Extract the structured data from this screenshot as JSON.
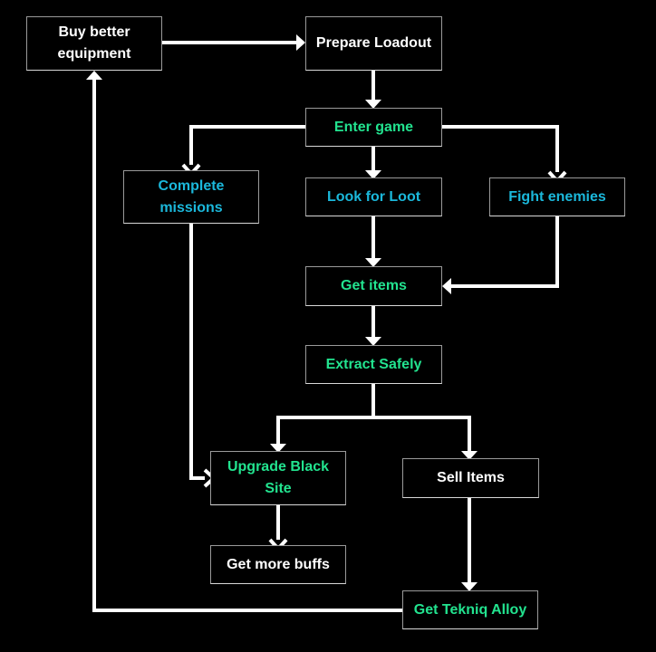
{
  "diagram": {
    "type": "flowchart",
    "background": "#000000",
    "colors": {
      "white": "#ffffff",
      "green": "#22e38f",
      "blue": "#1bb8db",
      "edge": "#ffffff"
    },
    "nodes": [
      {
        "id": "buy",
        "label": "Buy better equipment",
        "color": "white"
      },
      {
        "id": "prepare",
        "label": "Prepare Loadout",
        "color": "white"
      },
      {
        "id": "enter",
        "label": "Enter game",
        "color": "green"
      },
      {
        "id": "missions",
        "label": "Complete missions",
        "color": "blue"
      },
      {
        "id": "loot",
        "label": "Look for Loot",
        "color": "blue"
      },
      {
        "id": "fight",
        "label": "Fight enemies",
        "color": "blue"
      },
      {
        "id": "items",
        "label": "Get items",
        "color": "green"
      },
      {
        "id": "extract",
        "label": "Extract Safely",
        "color": "green"
      },
      {
        "id": "upgrade",
        "label": "Upgrade Black Site",
        "color": "green"
      },
      {
        "id": "sell",
        "label": "Sell Items",
        "color": "white"
      },
      {
        "id": "buffs",
        "label": "Get more buffs",
        "color": "white"
      },
      {
        "id": "alloy",
        "label": "Get Tekniq Alloy",
        "color": "green"
      }
    ],
    "edges": [
      {
        "from": "buy",
        "to": "prepare"
      },
      {
        "from": "prepare",
        "to": "enter"
      },
      {
        "from": "enter",
        "to": "missions"
      },
      {
        "from": "enter",
        "to": "loot"
      },
      {
        "from": "enter",
        "to": "fight"
      },
      {
        "from": "loot",
        "to": "items"
      },
      {
        "from": "fight",
        "to": "items"
      },
      {
        "from": "items",
        "to": "extract"
      },
      {
        "from": "extract",
        "to": "upgrade"
      },
      {
        "from": "extract",
        "to": "sell"
      },
      {
        "from": "missions",
        "to": "upgrade"
      },
      {
        "from": "upgrade",
        "to": "buffs"
      },
      {
        "from": "sell",
        "to": "alloy"
      },
      {
        "from": "alloy",
        "to": "buy"
      }
    ]
  }
}
